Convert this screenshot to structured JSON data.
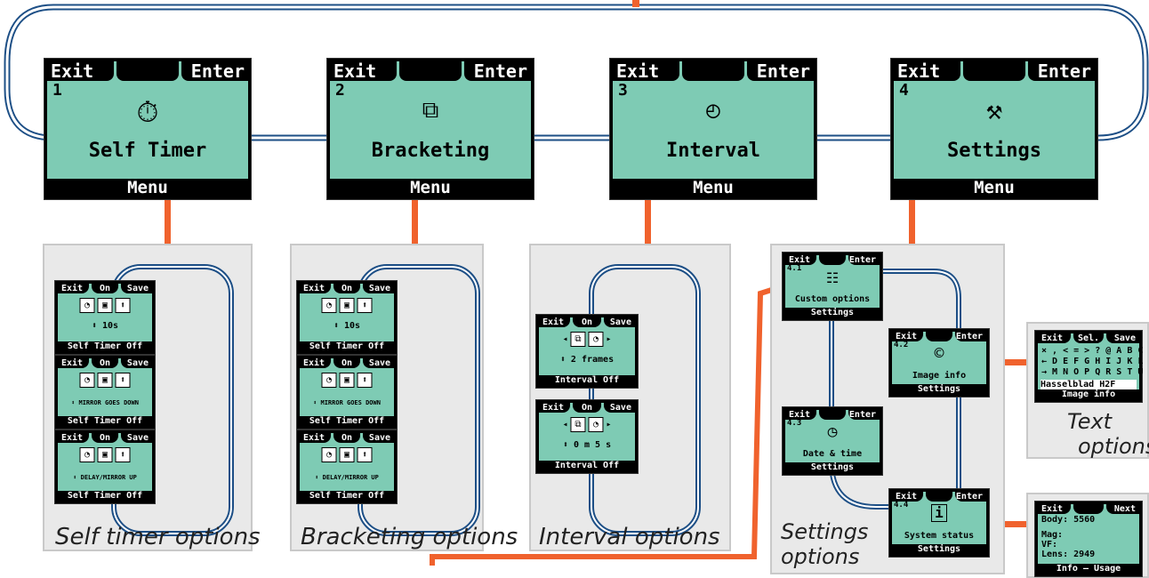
{
  "main_menu": [
    {
      "exit": "Exit",
      "enter": "Enter",
      "number": "1",
      "title": "Self Timer",
      "menu": "Menu",
      "icon": "stopwatch-icon"
    },
    {
      "exit": "Exit",
      "enter": "Enter",
      "number": "2",
      "title": "Bracketing",
      "menu": "Menu",
      "icon": "bracketing-icon"
    },
    {
      "exit": "Exit",
      "enter": "Enter",
      "number": "3",
      "title": "Interval",
      "menu": "Menu",
      "icon": "interval-icon"
    },
    {
      "exit": "Exit",
      "enter": "Enter",
      "number": "4",
      "title": "Settings",
      "menu": "Menu",
      "icon": "hammer-icon"
    }
  ],
  "self_timer": {
    "caption": "Self timer options",
    "screens": [
      {
        "exit": "Exit",
        "on": "On",
        "save": "Save",
        "value": "⬍ 10s",
        "status": "Self Timer Off"
      },
      {
        "exit": "Exit",
        "on": "On",
        "save": "Save",
        "value": "⬍ MIRROR GOES DOWN",
        "status": "Self Timer Off"
      },
      {
        "exit": "Exit",
        "on": "On",
        "save": "Save",
        "value": "⬍ DELAY/MIRROR UP",
        "status": "Self Timer Off"
      }
    ]
  },
  "bracketing": {
    "caption": "Bracketing options",
    "screens": [
      {
        "exit": "Exit",
        "on": "On",
        "save": "Save",
        "value": "⬍ 10s",
        "status": "Self Timer Off"
      },
      {
        "exit": "Exit",
        "on": "On",
        "save": "Save",
        "value": "⬍ MIRROR GOES DOWN",
        "status": "Self Timer Off"
      },
      {
        "exit": "Exit",
        "on": "On",
        "save": "Save",
        "value": "⬍ DELAY/MIRROR UP",
        "status": "Self Timer Off"
      }
    ]
  },
  "interval": {
    "caption": "Interval options",
    "screens": [
      {
        "exit": "Exit",
        "on": "On",
        "save": "Save",
        "value": "⬍ 2 frames",
        "status": "Interval Off"
      },
      {
        "exit": "Exit",
        "on": "On",
        "save": "Save",
        "value": "⬍ 0 m 5 s",
        "status": "Interval Off"
      }
    ]
  },
  "settings": {
    "caption_line1": "Settings",
    "caption_line2": "options",
    "screens": [
      {
        "exit": "Exit",
        "enter": "Enter",
        "number": "4.1",
        "title": "Custom options",
        "status": "Settings",
        "icon": "sliders-icon"
      },
      {
        "exit": "Exit",
        "enter": "Enter",
        "number": "4.2",
        "title": "Image info",
        "status": "Settings",
        "icon": "copyright-icon"
      },
      {
        "exit": "Exit",
        "enter": "Enter",
        "number": "4.3",
        "title": "Date & time",
        "status": "Settings",
        "icon": "clock-icon"
      },
      {
        "exit": "Exit",
        "enter": "Enter",
        "number": "4.4",
        "title": "System status",
        "status": "Settings",
        "icon": "info-icon"
      }
    ]
  },
  "text_options": {
    "caption_line1": "Text",
    "caption_line2": "options",
    "exit": "Exit",
    "sel": "Sel.",
    "save": "Save",
    "row1": "× , < = > ? @ A B C",
    "row2": "← D E F G H I J K L",
    "row3": "→ M N O P Q R S T U",
    "entry": "Hasselblad H2F",
    "status": "Image info"
  },
  "info_usage": {
    "exit": "Exit",
    "next": "Next",
    "body": "Body: 5560",
    "mag": "Mag:",
    "vf": "VF:",
    "lens": "Lens: 2949",
    "status": "Info – Usage"
  },
  "colors": {
    "lcd": "#7ecbb4",
    "connector": "#f0622d",
    "loop": "#1d4f86"
  }
}
